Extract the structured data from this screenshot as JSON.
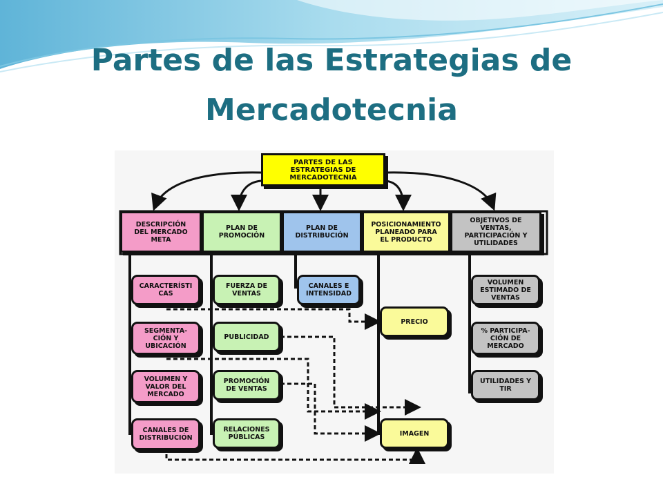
{
  "slide": {
    "title_line1": "Partes de las Estrategias de",
    "title_line2": "Mercadotecnia"
  },
  "diagram": {
    "root": "PARTES DE LAS\nESTRATEGIAS DE\nMERCADOTECNIA",
    "categories": [
      "DESCRIPCIÓN\nDEL MERCADO\nMETA",
      "PLAN DE\nPROMOCIÓN",
      "PLAN DE\nDISTRIBUCIÓN",
      "POSICIONAMIENTO\nPLANEADO PARA\nEL PRODUCTO",
      "OBJETIVOS DE\nVENTAS,\nPARTICIPACIÓN Y\nUTILIDADES"
    ],
    "mercado_items": [
      "CARACTERÍSTI\nCAS",
      "SEGMENTA-\nCIÓN Y\nUBICACIÓN",
      "VOLUMEN Y\nVALOR DEL\nMERCADO",
      "CANALES DE\nDISTRIBUCIÓN"
    ],
    "promocion_items": [
      "FUERZA DE\nVENTAS",
      "PUBLICIDAD",
      "PROMOCIÓN\nDE VENTAS",
      "RELACIONES\nPÚBLICAS"
    ],
    "distribucion_items": [
      "CANALES E\nINTENSIDAD"
    ],
    "posicionamiento_items": [
      "PRECIO",
      "IMAGEN"
    ],
    "objetivos_items": [
      "VOLUMEN\nESTIMADO DE\nVENTAS",
      "% PARTICIPA-\nCIÓN DE\nMERCADO",
      "UTILIDADES Y\nTIR"
    ],
    "colors": {
      "root": "#ffff00",
      "mercado": "#f49cc8",
      "promocion": "#c8f2b4",
      "distribucion": "#9fc4ec",
      "posicionamiento": "#fafa9a",
      "objetivos": "#c3c3c3",
      "title": "#1d6e82"
    }
  }
}
